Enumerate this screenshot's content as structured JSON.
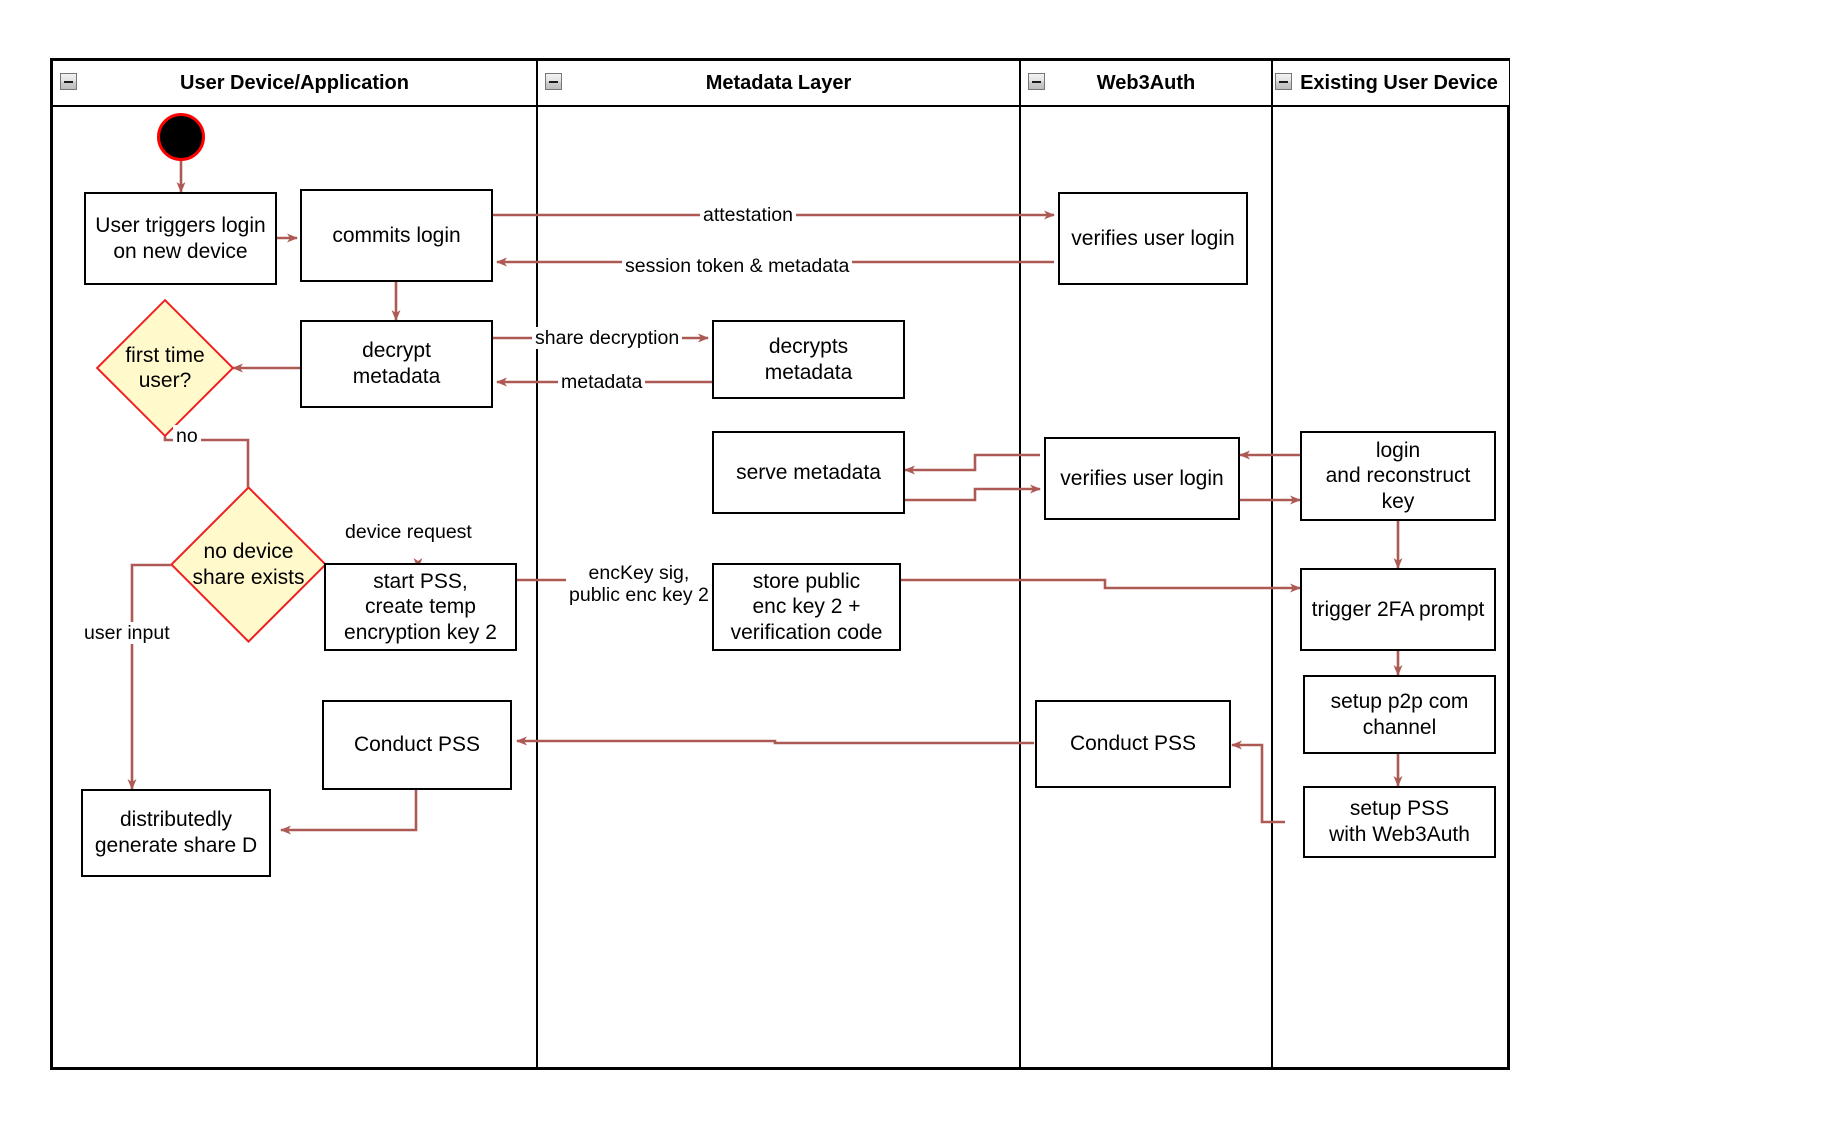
{
  "diagram": {
    "type": "swimlane-activity-diagram",
    "lanes": [
      {
        "id": "user-device",
        "title": "User Device/Application",
        "collapse_icon": "collapse-minus-icon"
      },
      {
        "id": "metadata-layer",
        "title": "Metadata Layer",
        "collapse_icon": "collapse-minus-icon"
      },
      {
        "id": "web3auth",
        "title": "Web3Auth",
        "collapse_icon": "collapse-minus-icon"
      },
      {
        "id": "existing-user-device",
        "title": "Existing User Device",
        "collapse_icon": "collapse-minus-icon"
      }
    ],
    "start_node": {
      "name": "start-node",
      "shape": "filled-circle"
    },
    "nodes": [
      {
        "id": "user-triggers-login",
        "lane": "user-device",
        "label": "User triggers login\non new device",
        "shape": "rect"
      },
      {
        "id": "commits-login",
        "lane": "user-device",
        "label": "commits login",
        "shape": "rect"
      },
      {
        "id": "first-time-user",
        "lane": "user-device",
        "label": "first time\nuser?",
        "shape": "diamond"
      },
      {
        "id": "decrypt-metadata",
        "lane": "user-device",
        "label": "decrypt\nmetadata",
        "shape": "rect"
      },
      {
        "id": "no-device-share-exists",
        "lane": "user-device",
        "label": "no device\nshare exists",
        "shape": "diamond"
      },
      {
        "id": "start-pss-create-temp-key",
        "lane": "user-device",
        "label": "start PSS,\ncreate temp\nencryption key 2",
        "shape": "rect"
      },
      {
        "id": "conduct-pss-user",
        "lane": "user-device",
        "label": "Conduct PSS",
        "shape": "rect"
      },
      {
        "id": "distributedly-generate-share-d",
        "lane": "user-device",
        "label": "distributedly\ngenerate share D",
        "shape": "rect"
      },
      {
        "id": "decrypts-metadata",
        "lane": "metadata-layer",
        "label": "decrypts\nmetadata",
        "shape": "rect"
      },
      {
        "id": "serve-metadata",
        "lane": "metadata-layer",
        "label": "serve metadata",
        "shape": "rect"
      },
      {
        "id": "store-public-enc-key-2",
        "lane": "metadata-layer",
        "label": "store public\nenc key 2 +\nverification code",
        "shape": "rect"
      },
      {
        "id": "verifies-user-login-1",
        "lane": "web3auth",
        "label": "verifies user login",
        "shape": "rect"
      },
      {
        "id": "verifies-user-login-2",
        "lane": "web3auth",
        "label": "verifies user login",
        "shape": "rect"
      },
      {
        "id": "conduct-pss-web3auth",
        "lane": "web3auth",
        "label": "Conduct PSS",
        "shape": "rect"
      },
      {
        "id": "login-and-reconstruct-key",
        "lane": "existing-user-device",
        "label": "login\nand reconstruct key",
        "shape": "rect"
      },
      {
        "id": "trigger-2fa-prompt",
        "lane": "existing-user-device",
        "label": "trigger 2FA prompt",
        "shape": "rect"
      },
      {
        "id": "setup-p2p-com-channel",
        "lane": "existing-user-device",
        "label": "setup p2p com\nchannel",
        "shape": "rect"
      },
      {
        "id": "setup-pss-with-web3auth",
        "lane": "existing-user-device",
        "label": "setup PSS\nwith Web3Auth",
        "shape": "rect"
      }
    ],
    "edge_labels": [
      {
        "id": "attestation",
        "text": "attestation"
      },
      {
        "id": "session-token-metadata",
        "text": "session token & metadata"
      },
      {
        "id": "share-decryption",
        "text": "share decryption"
      },
      {
        "id": "metadata",
        "text": "metadata"
      },
      {
        "id": "no",
        "text": "no"
      },
      {
        "id": "device-request",
        "text": "device request"
      },
      {
        "id": "user-input",
        "text": "user input"
      },
      {
        "id": "enckey-sig-public-enc-key-2",
        "text": "encKey sig,\npublic enc key 2"
      }
    ],
    "colors": {
      "edge": "#ad5a54",
      "node_border": "#000000",
      "decision_fill": "#fff9cc",
      "decision_border": "#ee2222",
      "start_fill": "#000000",
      "start_ring": "#ff0000",
      "background": "#ffffff"
    }
  }
}
